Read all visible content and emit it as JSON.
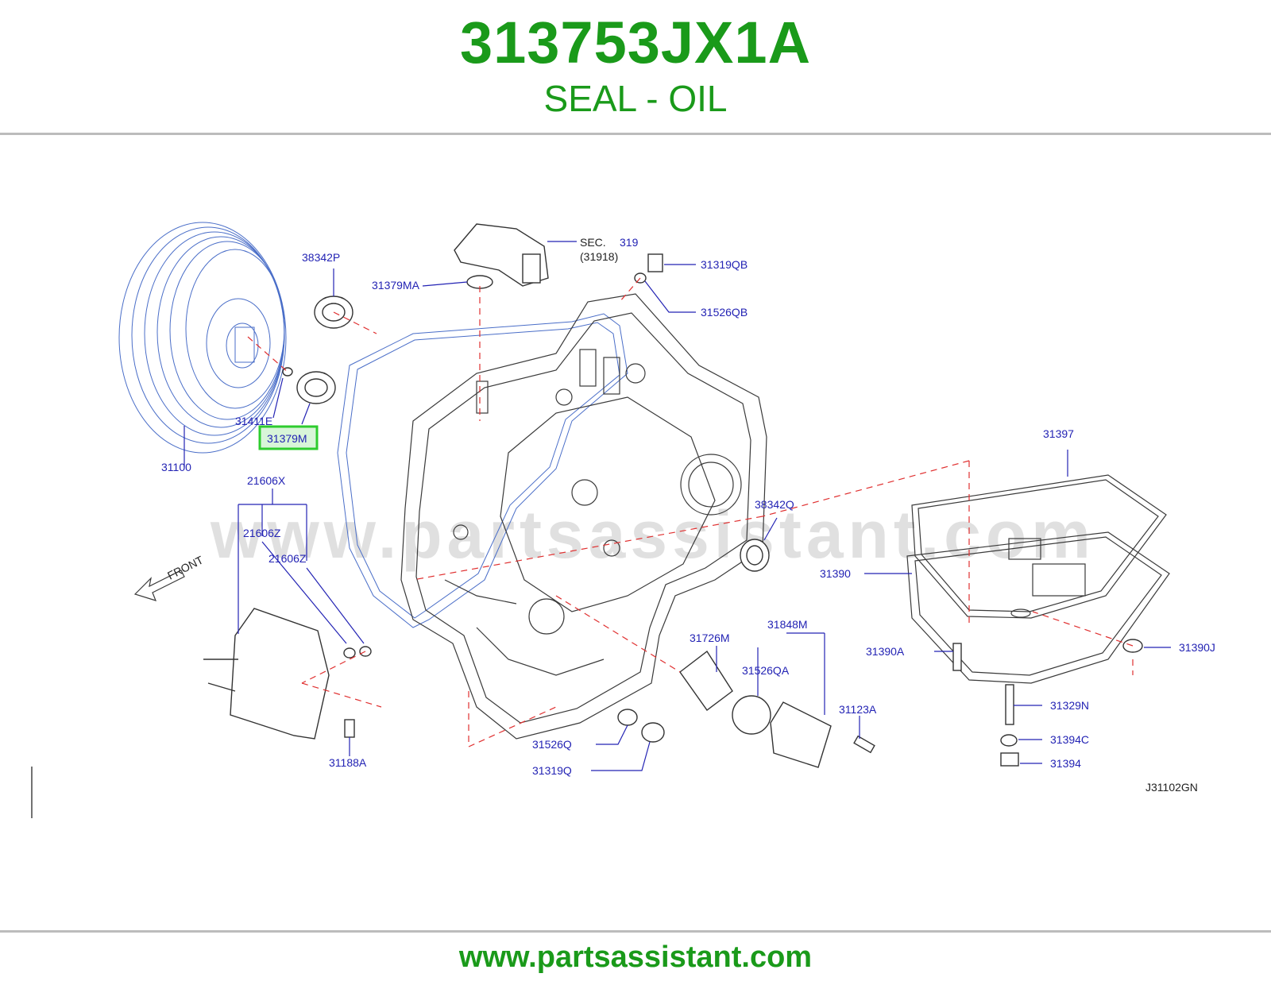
{
  "header": {
    "part_number": "313753JX1A",
    "description": "SEAL - OIL"
  },
  "footer": {
    "website": "www.partsassistant.com"
  },
  "diagram": {
    "watermark": "www.partsassistant.com",
    "diagram_code": "J31102GN",
    "front_label": "FRONT",
    "highlighted_part": "31379M",
    "highlight_color": "#2ecc2e",
    "label_color": "#2323b4",
    "sec_label": "SEC.",
    "sec_number": "319",
    "sec_ref": "(31918)",
    "labels": {
      "l38342P": "38342P",
      "l31379MA": "31379MA",
      "l31319QB": "31319QB",
      "l31526QB": "31526QB",
      "l31411E": "31411E",
      "l31379M": "31379M",
      "l31100": "31100",
      "l21606X": "21606X",
      "l21606Z_a": "21606Z",
      "l21606Z_b": "21606Z",
      "l38342Q": "38342Q",
      "l31397": "31397",
      "l31390": "31390",
      "l31390A": "31390A",
      "l31390J": "31390J",
      "l31726M": "31726M",
      "l31848M": "31848M",
      "l31526QA": "31526QA",
      "l31123A": "31123A",
      "l31329N": "31329N",
      "l31394C": "31394C",
      "l31394": "31394",
      "l31526Q": "31526Q",
      "l31319Q": "31319Q",
      "l31188A": "31188A"
    }
  }
}
